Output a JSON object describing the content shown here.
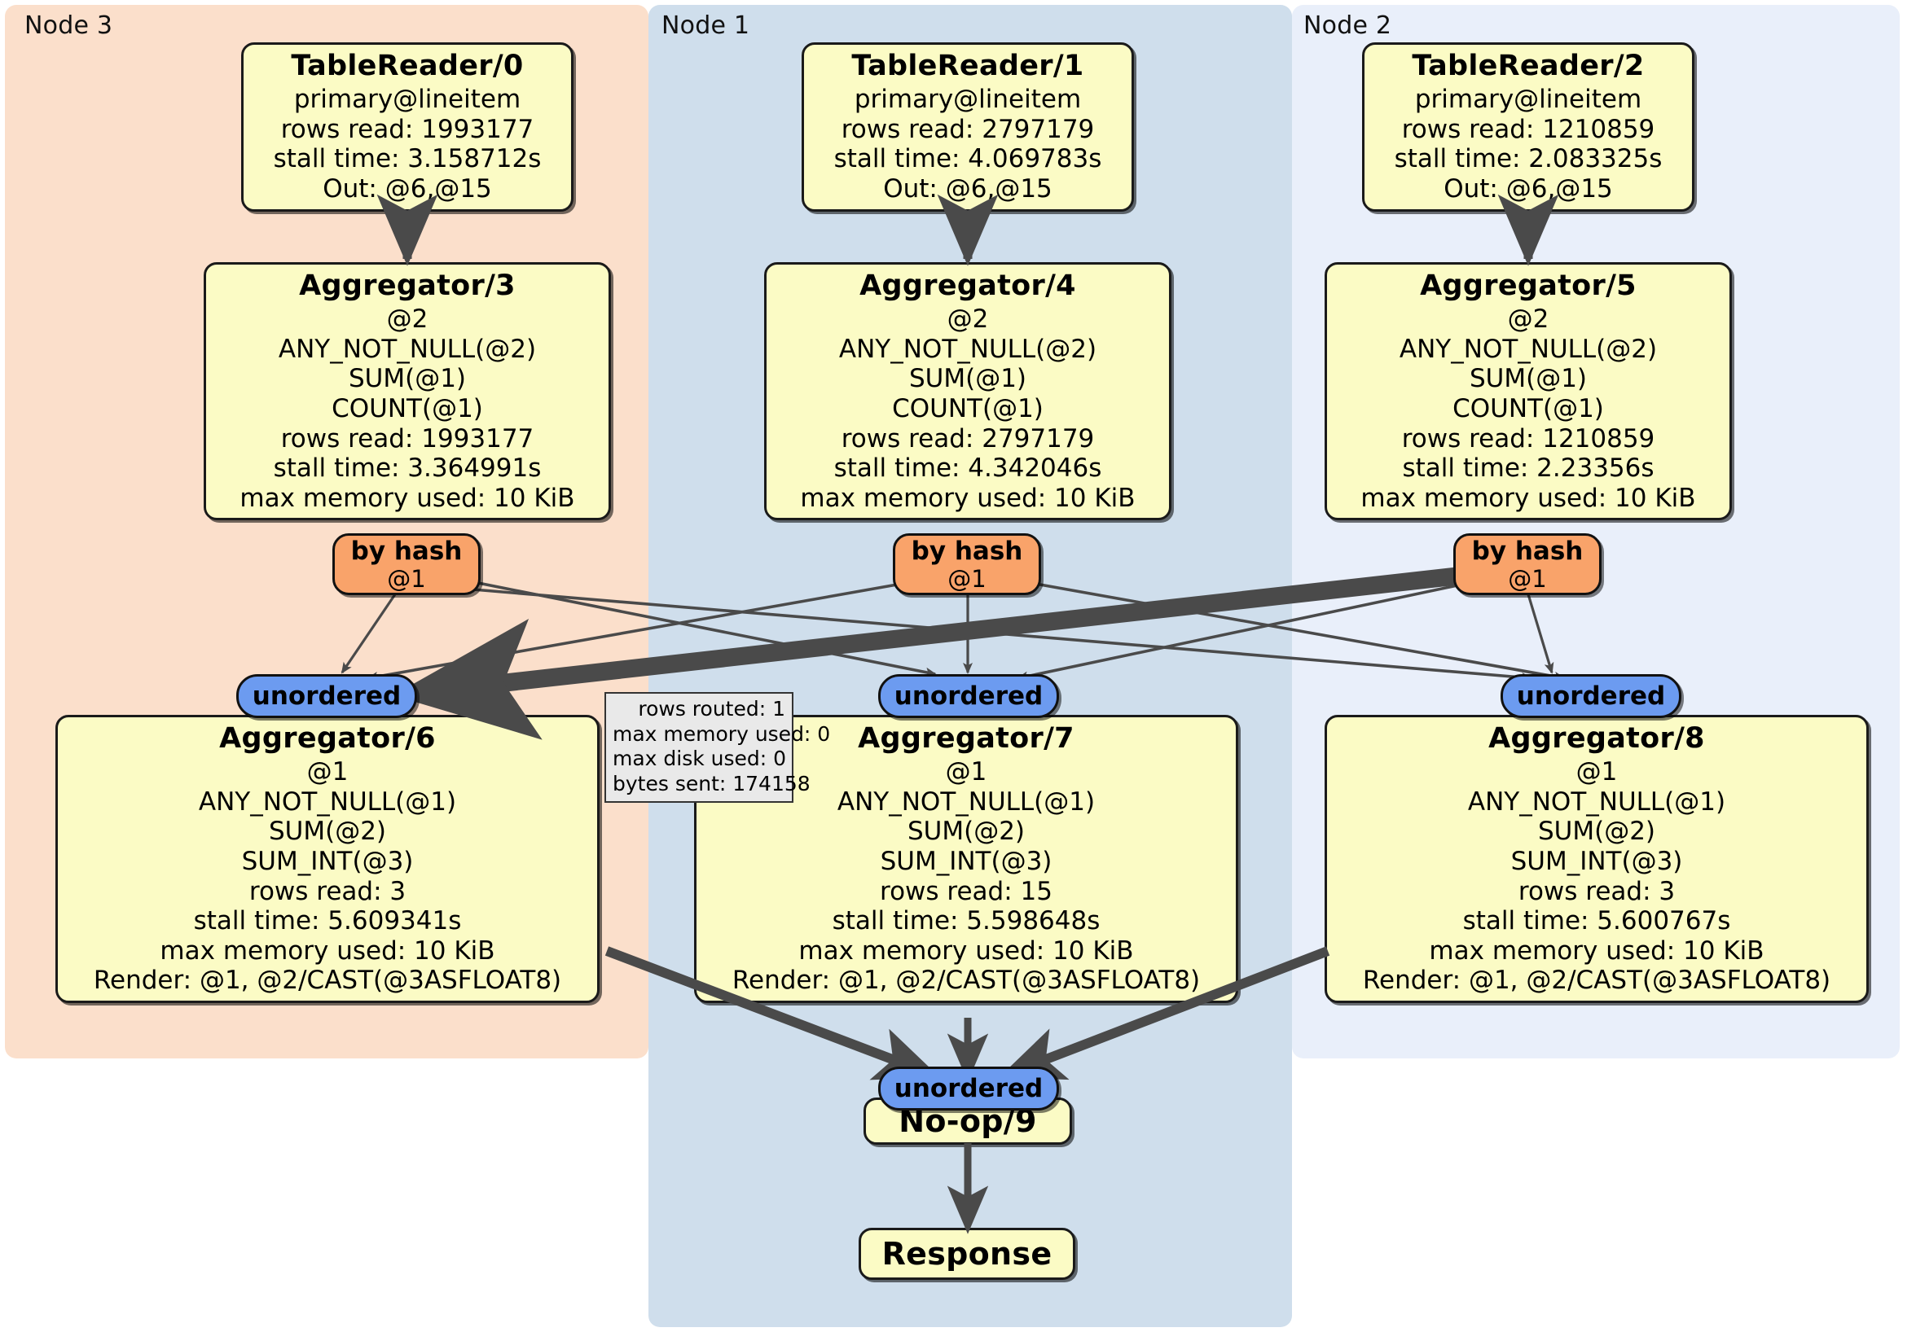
{
  "clusters": [
    {
      "label": "Node 3",
      "color": "#fbdfcb"
    },
    {
      "label": "Node 1",
      "color": "#cfdeec"
    },
    {
      "label": "Node 2",
      "color": "#e9effa"
    }
  ],
  "nodes": {
    "table_readers": [
      {
        "title": "TableReader/0",
        "lines": [
          "primary@lineitem",
          "rows read: 1993177",
          "stall time: 3.158712s",
          "Out: @6,@15"
        ]
      },
      {
        "title": "TableReader/1",
        "lines": [
          "primary@lineitem",
          "rows read: 2797179",
          "stall time: 4.069783s",
          "Out: @6,@15"
        ]
      },
      {
        "title": "TableReader/2",
        "lines": [
          "primary@lineitem",
          "rows read: 1210859",
          "stall time: 2.083325s",
          "Out: @6,@15"
        ]
      }
    ],
    "aggregators_top": [
      {
        "title": "Aggregator/3",
        "lines": [
          "@2",
          "ANY_NOT_NULL(@2)",
          "SUM(@1)",
          "COUNT(@1)",
          "rows read: 1993177",
          "stall time: 3.364991s",
          "max memory used: 10 KiB"
        ]
      },
      {
        "title": "Aggregator/4",
        "lines": [
          "@2",
          "ANY_NOT_NULL(@2)",
          "SUM(@1)",
          "COUNT(@1)",
          "rows read: 2797179",
          "stall time: 4.342046s",
          "max memory used: 10 KiB"
        ]
      },
      {
        "title": "Aggregator/5",
        "lines": [
          "@2",
          "ANY_NOT_NULL(@2)",
          "SUM(@1)",
          "COUNT(@1)",
          "rows read: 1210859",
          "stall time: 2.23356s",
          "max memory used: 10 KiB"
        ]
      }
    ],
    "routers": [
      {
        "type": "by hash",
        "stream": "@1"
      },
      {
        "type": "by hash",
        "stream": "@1"
      },
      {
        "type": "by hash",
        "stream": "@1"
      }
    ],
    "synchronizers": [
      {
        "label": "unordered"
      },
      {
        "label": "unordered"
      },
      {
        "label": "unordered"
      },
      {
        "label": "unordered"
      }
    ],
    "aggregators_bottom": [
      {
        "title": "Aggregator/6",
        "lines": [
          "@1",
          "ANY_NOT_NULL(@1)",
          "SUM(@2)",
          "SUM_INT(@3)",
          "rows read: 3",
          "stall time: 5.609341s",
          "max memory used: 10 KiB",
          "Render: @1, @2/CAST(@3ASFLOAT8)"
        ]
      },
      {
        "title": "Aggregator/7",
        "lines": [
          "@1",
          "ANY_NOT_NULL(@1)",
          "SUM(@2)",
          "SUM_INT(@3)",
          "rows read: 15",
          "stall time: 5.598648s",
          "max memory used: 10 KiB",
          "Render: @1, @2/CAST(@3ASFLOAT8)"
        ]
      },
      {
        "title": "Aggregator/8",
        "lines": [
          "@1",
          "ANY_NOT_NULL(@1)",
          "SUM(@2)",
          "SUM_INT(@3)",
          "rows read: 3",
          "stall time: 5.600767s",
          "max memory used: 10 KiB",
          "Render: @1, @2/CAST(@3ASFLOAT8)"
        ]
      }
    ],
    "noop": {
      "title": "No-op/9"
    },
    "response": {
      "title": "Response"
    }
  },
  "stats_box": {
    "lines": [
      "rows routed: 1",
      "max memory used: 0",
      "max disk used: 0",
      "bytes sent: 174158"
    ]
  },
  "colors": {
    "node_fill": "#fbfbc5",
    "router_fill": "#f9a36a",
    "sync_fill": "#6c9bf0",
    "statbox_fill": "#e9e9e9",
    "edge": "#4a4a4a",
    "cluster_orange": "#fbdfcb",
    "cluster_blue": "#cfdeec",
    "cluster_lightblue": "#e9effa"
  }
}
